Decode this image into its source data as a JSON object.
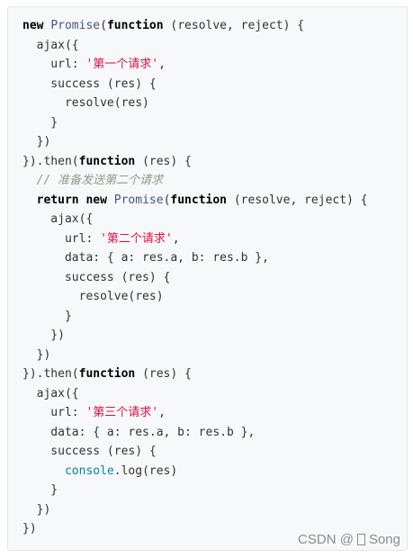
{
  "code": {
    "lines": [
      [
        {
          "t": "new ",
          "c": "kw"
        },
        {
          "t": "Promise",
          "c": "cls"
        },
        {
          "t": "(",
          "c": "p"
        },
        {
          "t": "function",
          "c": "kw"
        },
        {
          "t": " (resolve, reject) {",
          "c": "p"
        }
      ],
      [
        {
          "t": "  ajax({",
          "c": "p"
        }
      ],
      [
        {
          "t": "    url: ",
          "c": "p"
        },
        {
          "t": "'第一个请求'",
          "c": "str"
        },
        {
          "t": ",",
          "c": "p"
        }
      ],
      [
        {
          "t": "    success (res) {",
          "c": "p"
        }
      ],
      [
        {
          "t": "      resolve(res)",
          "c": "p"
        }
      ],
      [
        {
          "t": "    }",
          "c": "p"
        }
      ],
      [
        {
          "t": "  })",
          "c": "p"
        }
      ],
      [
        {
          "t": "}).then(",
          "c": "p"
        },
        {
          "t": "function",
          "c": "kw"
        },
        {
          "t": " (res) {",
          "c": "p"
        }
      ],
      [
        {
          "t": "  // 准备发送第二个请求",
          "c": "com"
        }
      ],
      [
        {
          "t": "  ",
          "c": "p"
        },
        {
          "t": "return",
          "c": "kw"
        },
        {
          "t": " ",
          "c": "p"
        },
        {
          "t": "new",
          "c": "kw"
        },
        {
          "t": " ",
          "c": "p"
        },
        {
          "t": "Promise",
          "c": "cls"
        },
        {
          "t": "(",
          "c": "p"
        },
        {
          "t": "function",
          "c": "kw"
        },
        {
          "t": " (resolve, reject) {",
          "c": "p"
        }
      ],
      [
        {
          "t": "    ajax({",
          "c": "p"
        }
      ],
      [
        {
          "t": "      url: ",
          "c": "p"
        },
        {
          "t": "'第二个请求'",
          "c": "str"
        },
        {
          "t": ",",
          "c": "p"
        }
      ],
      [
        {
          "t": "      data: { a: res.a, b: res.b },",
          "c": "p"
        }
      ],
      [
        {
          "t": "      success (res) {",
          "c": "p"
        }
      ],
      [
        {
          "t": "        resolve(res)",
          "c": "p"
        }
      ],
      [
        {
          "t": "      }",
          "c": "p"
        }
      ],
      [
        {
          "t": "    })",
          "c": "p"
        }
      ],
      [
        {
          "t": "  })",
          "c": "p"
        }
      ],
      [
        {
          "t": "}).then(",
          "c": "p"
        },
        {
          "t": "function",
          "c": "kw"
        },
        {
          "t": " (res) {",
          "c": "p"
        }
      ],
      [
        {
          "t": "  ajax({",
          "c": "p"
        }
      ],
      [
        {
          "t": "    url: ",
          "c": "p"
        },
        {
          "t": "'第三个请求'",
          "c": "str"
        },
        {
          "t": ",",
          "c": "p"
        }
      ],
      [
        {
          "t": "    data: { a: res.a, b: res.b },",
          "c": "p"
        }
      ],
      [
        {
          "t": "    success (res) {",
          "c": "p"
        }
      ],
      [
        {
          "t": "      ",
          "c": "p"
        },
        {
          "t": "console",
          "c": "cyan"
        },
        {
          "t": ".log(res)",
          "c": "p"
        }
      ],
      [
        {
          "t": "    }",
          "c": "p"
        }
      ],
      [
        {
          "t": "  })",
          "c": "p"
        }
      ],
      [
        {
          "t": "})",
          "c": "p"
        }
      ]
    ]
  },
  "watermark": {
    "prefix": "CSDN @",
    "glyph_icon": "unknown-glyph-icon",
    "author": "Song"
  },
  "colors": {
    "background": "#f6f8fa",
    "keyword": "#000000",
    "class_name": "#445588",
    "builtin": "#0086b3",
    "string": "#dd1144",
    "comment": "#999988",
    "plain": "#333333"
  }
}
